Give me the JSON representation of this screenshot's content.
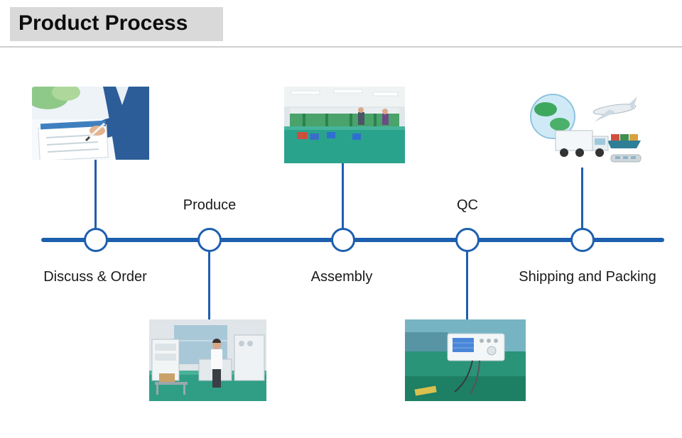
{
  "page": {
    "title": "Product Process"
  },
  "colors": {
    "timeline_blue": "#1d5fae",
    "title_bar_bg": "#d9d9d9",
    "label_text": "#1a1a1a"
  },
  "timeline": {
    "steps": [
      {
        "label": "Discuss & Order",
        "label_position": "below-line",
        "photo_position": "above-line",
        "photo": "discuss-order-photo"
      },
      {
        "label": "Produce",
        "label_position": "above-line",
        "photo_position": "below-line",
        "photo": "produce-workshop-photo"
      },
      {
        "label": "Assembly",
        "label_position": "below-line",
        "photo_position": "above-line",
        "photo": "assembly-line-photo"
      },
      {
        "label": "QC",
        "label_position": "above-line",
        "photo_position": "below-line",
        "photo": "qc-testing-photo"
      },
      {
        "label": "Shipping and Packing",
        "label_position": "below-line",
        "photo_position": "above-line",
        "photo": "shipping-packing-photo"
      }
    ]
  }
}
